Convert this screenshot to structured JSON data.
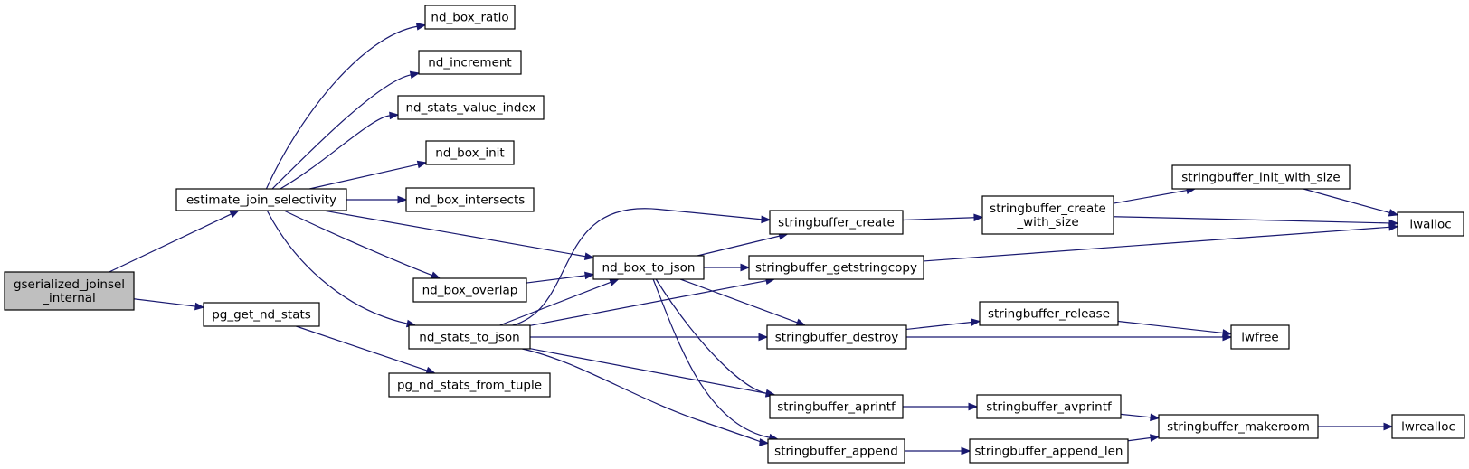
{
  "colors": {
    "edge": "#191970",
    "root_fill": "#bfbfbf",
    "node_fill": "#ffffff",
    "node_stroke": "#000000"
  },
  "nodes": [
    {
      "id": "gjs",
      "lines": [
        "gserialized_joinsel",
        "_internal"
      ],
      "root": true
    },
    {
      "id": "ejs",
      "lines": [
        "estimate_join_selectivity"
      ]
    },
    {
      "id": "pgns",
      "lines": [
        "pg_get_nd_stats"
      ]
    },
    {
      "id": "nbr",
      "lines": [
        "nd_box_ratio"
      ]
    },
    {
      "id": "ninc",
      "lines": [
        "nd_increment"
      ]
    },
    {
      "id": "nsvi",
      "lines": [
        "nd_stats_value_index"
      ]
    },
    {
      "id": "nbi",
      "lines": [
        "nd_box_init"
      ]
    },
    {
      "id": "nbx",
      "lines": [
        "nd_box_intersects"
      ]
    },
    {
      "id": "nbo",
      "lines": [
        "nd_box_overlap"
      ]
    },
    {
      "id": "nstj",
      "lines": [
        "nd_stats_to_json"
      ]
    },
    {
      "id": "pnsf",
      "lines": [
        "pg_nd_stats_from_tuple"
      ]
    },
    {
      "id": "nbtj",
      "lines": [
        "nd_box_to_json"
      ]
    },
    {
      "id": "sbc",
      "lines": [
        "stringbuffer_create"
      ]
    },
    {
      "id": "sbgs",
      "lines": [
        "stringbuffer_getstringcopy"
      ]
    },
    {
      "id": "sbd",
      "lines": [
        "stringbuffer_destroy"
      ]
    },
    {
      "id": "sbap",
      "lines": [
        "stringbuffer_aprintf"
      ]
    },
    {
      "id": "sba",
      "lines": [
        "stringbuffer_append"
      ]
    },
    {
      "id": "sbcw",
      "lines": [
        "stringbuffer_create",
        "_with_size"
      ]
    },
    {
      "id": "sbr",
      "lines": [
        "stringbuffer_release"
      ]
    },
    {
      "id": "sbav",
      "lines": [
        "stringbuffer_avprintf"
      ]
    },
    {
      "id": "sbal",
      "lines": [
        "stringbuffer_append_len"
      ]
    },
    {
      "id": "sbiw",
      "lines": [
        "stringbuffer_init_with_size"
      ]
    },
    {
      "id": "sbm",
      "lines": [
        "stringbuffer_makeroom"
      ]
    },
    {
      "id": "lwa",
      "lines": [
        "lwalloc"
      ]
    },
    {
      "id": "lwf",
      "lines": [
        "lwfree"
      ]
    },
    {
      "id": "lwr",
      "lines": [
        "lwrealloc"
      ]
    }
  ],
  "edges": [
    [
      "gjs",
      "ejs"
    ],
    [
      "gjs",
      "pgns"
    ],
    [
      "ejs",
      "nbr"
    ],
    [
      "ejs",
      "ninc"
    ],
    [
      "ejs",
      "nsvi"
    ],
    [
      "ejs",
      "nbi"
    ],
    [
      "ejs",
      "nbx"
    ],
    [
      "ejs",
      "nbtj"
    ],
    [
      "ejs",
      "nbo"
    ],
    [
      "ejs",
      "nstj"
    ],
    [
      "pgns",
      "pnsf"
    ],
    [
      "nbo",
      "nbtj"
    ],
    [
      "nstj",
      "sbc"
    ],
    [
      "nstj",
      "nbtj"
    ],
    [
      "nstj",
      "sbgs"
    ],
    [
      "nstj",
      "sbd"
    ],
    [
      "nstj",
      "sbap"
    ],
    [
      "nstj",
      "sba"
    ],
    [
      "nbtj",
      "sbc"
    ],
    [
      "nbtj",
      "sbgs"
    ],
    [
      "nbtj",
      "sbd"
    ],
    [
      "nbtj",
      "sbap"
    ],
    [
      "nbtj",
      "sba"
    ],
    [
      "sbc",
      "sbcw"
    ],
    [
      "sbcw",
      "sbiw"
    ],
    [
      "sbcw",
      "lwa"
    ],
    [
      "sbiw",
      "lwa"
    ],
    [
      "sbgs",
      "lwa"
    ],
    [
      "sbd",
      "sbr"
    ],
    [
      "sbd",
      "lwf"
    ],
    [
      "sbr",
      "lwf"
    ],
    [
      "sbap",
      "sbav"
    ],
    [
      "sbav",
      "sbm"
    ],
    [
      "sba",
      "sbal"
    ],
    [
      "sbal",
      "sbm"
    ],
    [
      "sbm",
      "lwr"
    ]
  ]
}
